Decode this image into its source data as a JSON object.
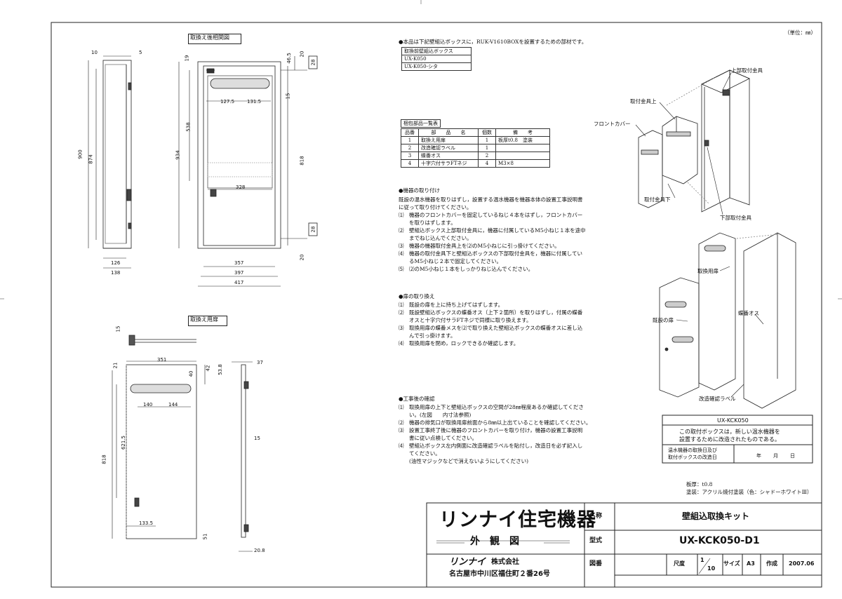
{
  "unit_note": "（単位：㎜）",
  "views": {
    "side_after": "取換え後相関図",
    "door": "取換え用扉"
  },
  "dims": {
    "d10": "10",
    "d5": "5",
    "d900": "900",
    "d874": "874",
    "d126": "126",
    "d138": "138",
    "d19": "19",
    "d465": "46.5",
    "d20a": "20",
    "d28a": "28",
    "d1275": "127.5",
    "d1315": "131.5",
    "d15a": "15",
    "d538": "538",
    "d934": "934",
    "d818a": "818",
    "d328": "328",
    "d28b": "28",
    "d20b": "20",
    "d357": "357",
    "d397": "397",
    "d417": "417",
    "d15b": "15",
    "d21": "21",
    "d351": "351",
    "d42": "42",
    "d538b": "53.8",
    "d37": "37",
    "d40": "40",
    "d140": "140",
    "d144": "144",
    "d6215": "621.5",
    "d818b": "818",
    "d15c": "15",
    "d1335": "133.5",
    "d51": "51",
    "d208": "20.8"
  },
  "intro": {
    "line": "●本品は下記壁組込ボックスに，RUK-V1610BOXを設置するための部材です。",
    "table_header": "取換前壁組込ボックス",
    "models": [
      "UX-K050",
      "UX-K050-シタ"
    ]
  },
  "parts": {
    "title": "梱包部品一覧表",
    "headers": [
      "品番",
      "部　　品　　名",
      "個数",
      "備　　考"
    ],
    "rows": [
      [
        "1",
        "取換え用扉",
        "1",
        "板厚t0.8　塗装"
      ],
      [
        "2",
        "改造確認ラベル",
        "1",
        ""
      ],
      [
        "3",
        "蝶番オス",
        "2",
        ""
      ],
      [
        "4",
        "十字穴付サラFTネジ",
        "4",
        "M3×8"
      ]
    ]
  },
  "install": {
    "title": "●機器の取り付け",
    "lines": [
      "既設の温水機器を取りはずし，設置する温水機器を機器本体の設置工事説明書",
      "に従って取り付けてください。",
      "⑴　機器のフロントカバーを固定しているねじ４本をはずし，フロントカバー",
      "　　を取りはずします。",
      "⑵　壁組込ボックス上部取付金具に，機器に付属しているM5小ねじ１本を途中",
      "　　までねじ込んでください。",
      "⑶　機器の機器取付金具上を⑵のM5小ねじに引っ掛けてください。",
      "⑷　機器の取付金具下と壁組込ボックスの下部取付金具を，機器に付属してい",
      "　　るM5小ねじ２本で固定してください。",
      "⑸　⑵のM5小ねじ１本をしっかりねじ込んでください。"
    ]
  },
  "door_swap": {
    "title": "●扉の取り換え",
    "lines": [
      "⑴　既設の扉を上に持ち上げてはずします。",
      "⑵　既設壁組込ボックスの蝶番オス（上下２箇所）を取りはずし，付属の蝶番",
      "　　オスと十字穴付サラFTネジで同様に取り換えます。",
      "⑶　取換用扉の蝶番メスを⑵で取り換えた壁組込ボックスの蝶番オスに差し込",
      "　　んで引っ掛けます。",
      "⑷　取換用扉を閉め，ロックできるか確認します。"
    ]
  },
  "check": {
    "title": "●工事後の確認",
    "lines": [
      "⑴　取換用扉の上下と壁組込ボックスの空間が28㎜程度あるか確認してくださ",
      "　　い。(左図　　内寸法参照)",
      "⑵　機器の排気口が取換用扉前面から8㎜以上出ていることを確認してください。",
      "⑶　設置工事終了後に機器のフロントカバーを取り付け，機器の設置工事説明",
      "　　書に従い点検してください。",
      "⑷　壁組込ボックス左内側面に改造確認ラベルを貼付し，改造日を必ず記入し",
      "　　てください。",
      "　　(油性マジックなどで消えないようにしてください)"
    ]
  },
  "callouts": {
    "upper_bracket": "上部取付金具",
    "bracket_top": "取付金具上",
    "front_cover": "フロントカバー",
    "bracket_bottom": "取付金具下",
    "lower_bracket": "下部取付金具",
    "new_door": "取換用扉",
    "old_door": "既設の扉",
    "hinge": "蝶番オス",
    "label": "改造確認ラベル"
  },
  "label_box": {
    "model": "UX-KCK050",
    "line1": "この取付ボックスは，新しい温水機器を",
    "line2": "設置するために改造されたものである。",
    "row_label1": "温水機器の取換日及び",
    "row_label2": "取付ボックスの改造日",
    "year": "年",
    "month": "月",
    "day": "日"
  },
  "material": {
    "thickness": "板厚：t0.8",
    "coating": "塗装：アクリル焼付塗装（色：シャドーホワイトⅢ）"
  },
  "title_block": {
    "brand": "リンナイ住宅機器",
    "drawing_type": "外　観　図",
    "company_logo": "リンナイ",
    "company_suffix": "株式会社",
    "address": "名古屋市中川区福住町２番26号",
    "name_label": "名称",
    "name_value": "壁組込取換キット",
    "model_label": "型式",
    "model_value": "UX-KCK050-D1",
    "drawing_no_label": "図番",
    "scale_label": "尺度",
    "scale_num": "1",
    "scale_den": "10",
    "size_label": "サイズ",
    "size_value": "A3",
    "date_label": "作成",
    "date_value": "2007.06"
  }
}
